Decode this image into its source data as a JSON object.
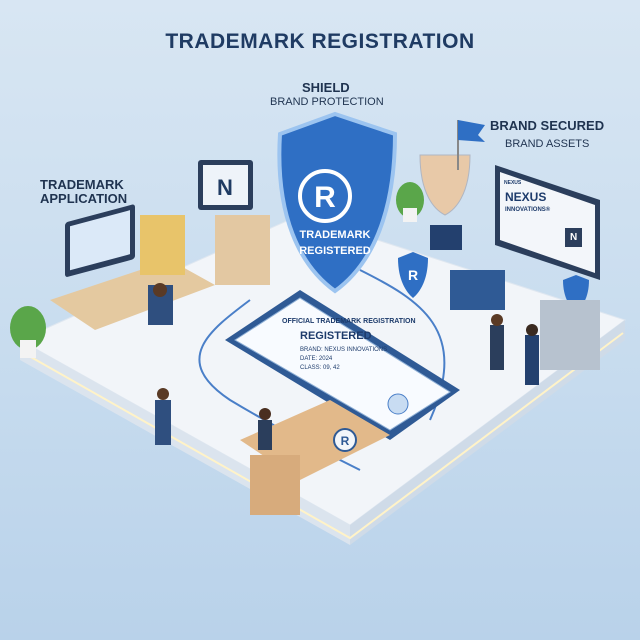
{
  "title": "TRADEMARK REGISTRATION",
  "labels": {
    "shield_title": "SHIELD",
    "shield_sub": "BRAND PROTECTION",
    "application": "TRADEMARK APPLICATION",
    "brand_secured": "BRAND SECURED",
    "brand_assets": "BRAND ASSETS"
  },
  "shield": {
    "symbol": "®",
    "text1": "TRADEMARK",
    "text2": "REGISTERED"
  },
  "certificate": {
    "heading": "OFFICIAL TRADEMARK REGISTRATION",
    "status": "REGISTERED",
    "brand": "BRAND: NEXUS INNOVATIONS",
    "date": "DATE: 2024",
    "class": "CLASS: 09, 42"
  },
  "website": {
    "nav": "NEXUS",
    "name": "NEXUS",
    "sub": "INNOVATIONS®",
    "logo": "N"
  },
  "monitor_logo": "N",
  "colors": {
    "accent": "#2f6fc4",
    "navy": "#1f3b63",
    "platform": "#eef2f7"
  }
}
